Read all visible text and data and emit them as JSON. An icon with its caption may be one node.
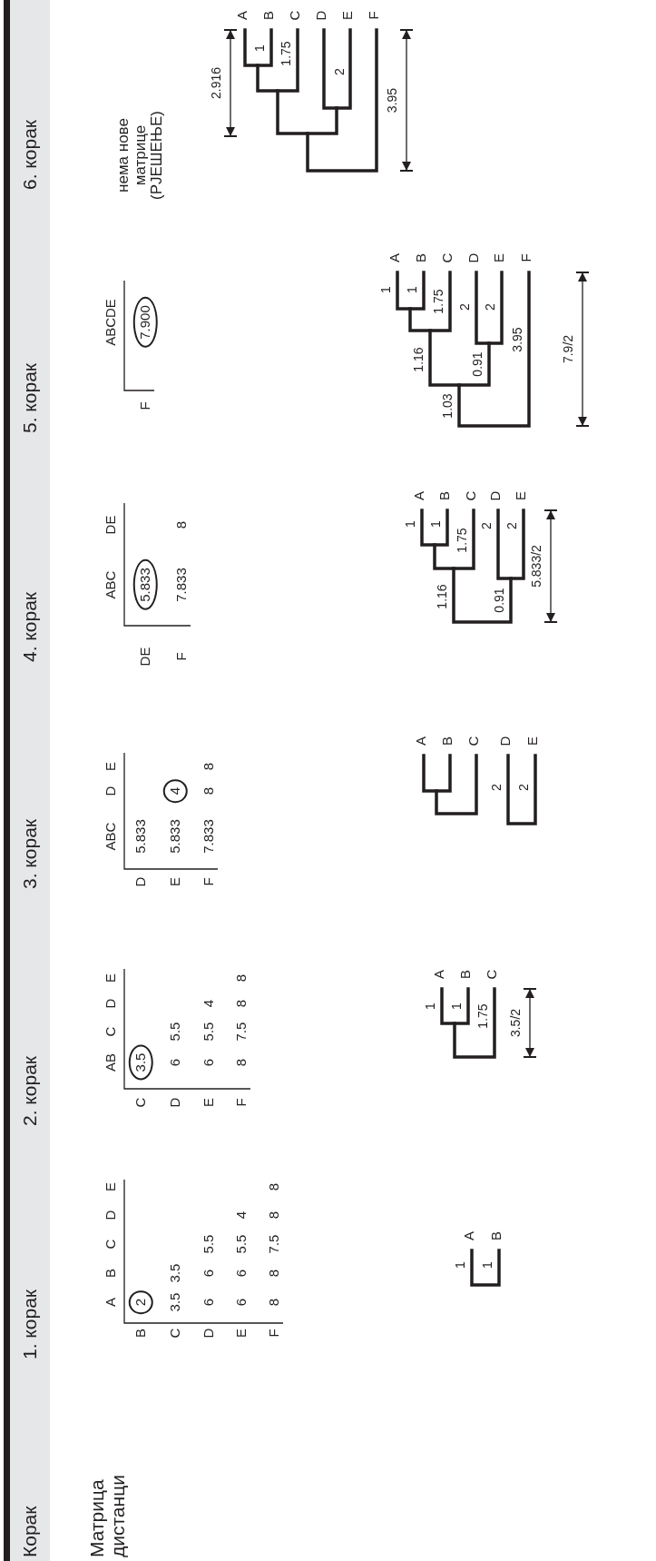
{
  "diagram": {
    "nodes": [
      {
        "text": [
          "Корак",
          "1. корак",
          "2. корак",
          "3. корак",
          "4. корак",
          "5. корак",
          "6. корак"
        ]
      },
      {
        "text": [
          "2"
        ]
      },
      {
        "text": [
          "3.5"
        ]
      },
      {
        "text": [
          "4"
        ]
      },
      {
        "text": [
          "5.833"
        ]
      },
      {
        "text": [
          "7.900"
        ]
      }
    ],
    "labels": [
      "Матрица дистанци",
      "A",
      "B",
      "C",
      "D",
      "E",
      "B",
      "C",
      "3.5",
      "3.5",
      "D",
      "6",
      "6",
      "5.5",
      "E",
      "6",
      "6",
      "5.5",
      "4",
      "F",
      "8",
      "8",
      "7.5",
      "8",
      "8",
      "AB",
      "C",
      "D",
      "E",
      "C",
      "D",
      "6",
      "5.5",
      "E",
      "6",
      "5.5",
      "4",
      "F",
      "8",
      "7.5",
      "8",
      "8",
      "ABC",
      "D",
      "E",
      "D",
      "5.833",
      "E",
      "5.833",
      "F",
      "7.833",
      "8",
      "8",
      "ABC",
      "DE",
      "DE",
      "F",
      "7.833",
      "8",
      "ABCDE",
      "F",
      "нема нове матрице (РЈЕШЕЊЕ)",
      "A",
      "B",
      "1",
      "1",
      "A",
      "B",
      "C",
      "1",
      "1",
      "1.75",
      "3.5/2",
      "A",
      "B",
      "C",
      "D",
      "E",
      "2",
      "2",
      "A",
      "B",
      "C",
      "D",
      "E",
      "1",
      "1",
      "1.75",
      "2",
      "2",
      "1.16",
      "0.91",
      "5.833/2",
      "A",
      "B",
      "C",
      "D",
      "E",
      "F",
      "1",
      "1",
      "1.75",
      "2",
      "2",
      "3.95",
      "1.16",
      "0.91",
      "1.03",
      "7.9/2",
      "A",
      "B",
      "C",
      "D",
      "E",
      "F",
      "1",
      "1.75",
      "2",
      "2.916",
      "3.95"
    ]
  }
}
